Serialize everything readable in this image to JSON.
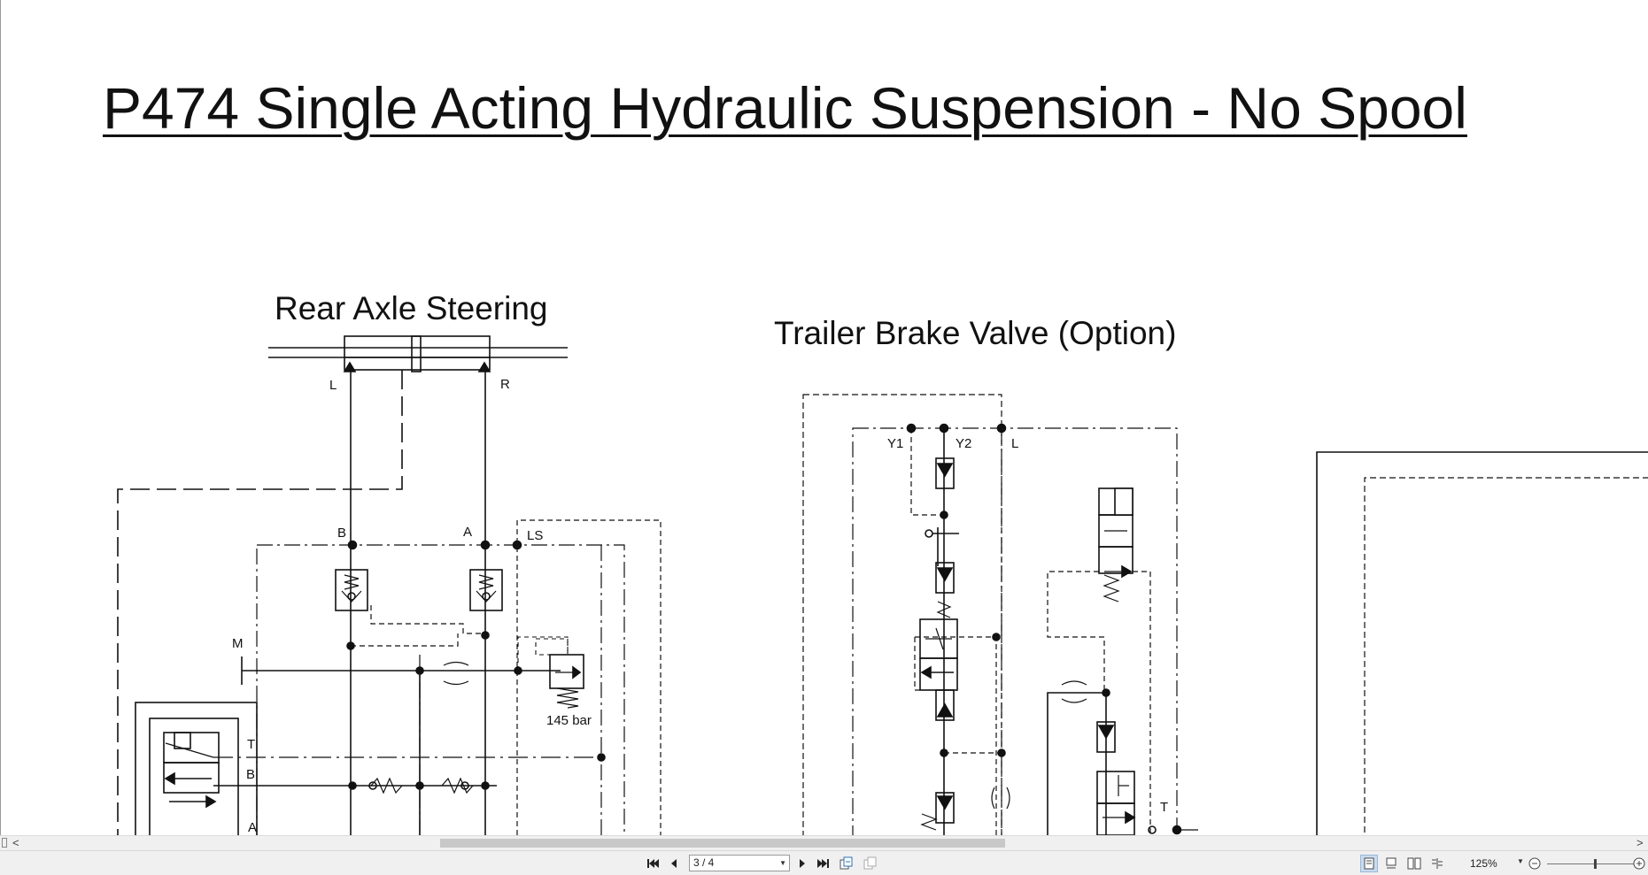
{
  "document": {
    "title": "P474 Single Acting Hydraulic Suspension - No Spool",
    "sections": [
      {
        "title": "Rear Axle Steering"
      },
      {
        "title": "Trailer Brake Valve  (Option)"
      }
    ],
    "labels": {
      "L_left": "L",
      "R": "R",
      "B_top": "B",
      "A_top": "A",
      "LS": "LS",
      "M": "M",
      "pressure": "145 bar",
      "T_left": "T",
      "B_left": "B",
      "A_left": "A",
      "Y1": "Y1",
      "Y2": "Y2",
      "L_right": "L",
      "T_right": "T"
    }
  },
  "toolbar": {
    "page_indicator": "3 / 4",
    "zoom": "125%",
    "zoom_fraction": 0.55,
    "first_page_icon": "first-page-icon",
    "prev_page_icon": "prev-page-icon",
    "next_page_icon": "next-page-icon",
    "last_page_icon": "last-page-icon"
  },
  "scrollbar": {
    "left_arrow": "<",
    "right_arrow": ">"
  }
}
